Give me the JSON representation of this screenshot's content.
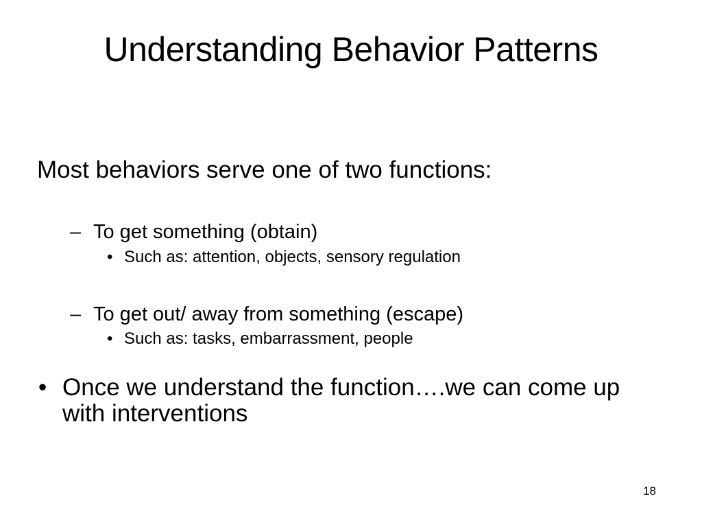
{
  "slide": {
    "title": "Understanding Behavior Patterns",
    "intro": "Most behaviors serve one of two functions:",
    "functions": [
      {
        "dash": "–",
        "label": "To get something (obtain)",
        "bullet": "•",
        "example": "Such as: attention, objects, sensory regulation"
      },
      {
        "dash": "–",
        "label": "To get out/ away from something (escape)",
        "bullet": "•",
        "example": "Such as: tasks, embarrassment, people"
      }
    ],
    "conclusion": {
      "bullet": "•",
      "text": "Once we understand the function….we can come up with interventions"
    },
    "page_number": "18"
  }
}
